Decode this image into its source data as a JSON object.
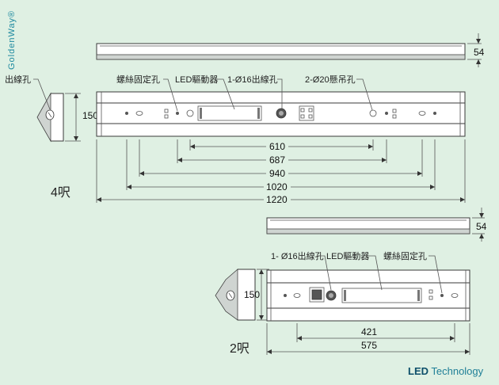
{
  "brand": "GoldenWay®",
  "footer": {
    "accent": "LED",
    "text": " Technology"
  },
  "four_ft": {
    "title": "4呎",
    "side_height": "54",
    "end_height": "150",
    "labels": {
      "outlet_hole": "出線孔",
      "screw_hole": "螺絲固定孔",
      "driver": "LED驅動器",
      "cable_hole": "1-Ø16出線孔",
      "hanging_hole": "2-Ø20懸吊孔"
    },
    "dimensions": [
      "610",
      "687",
      "940",
      "1020",
      "1220"
    ]
  },
  "two_ft": {
    "title": "2呎",
    "side_height": "54",
    "end_height": "150",
    "labels": {
      "cable_hole": "1- Ø16出線孔",
      "driver": "LED驅動器",
      "screw_hole": "螺絲固定孔"
    },
    "dimensions": [
      "421",
      "575"
    ]
  }
}
